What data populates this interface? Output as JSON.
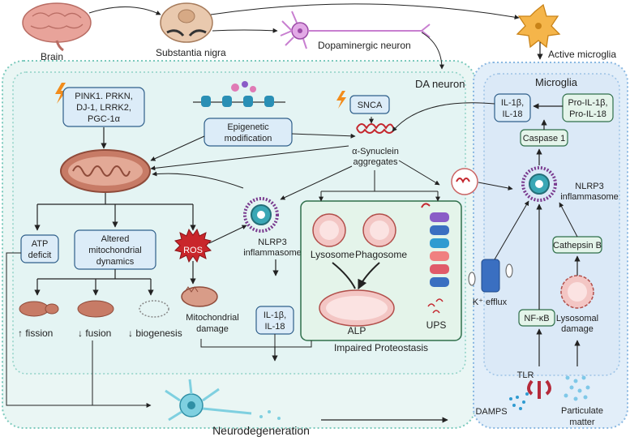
{
  "top": {
    "brain": "Brain",
    "substantia_nigra": "Substantia nigra",
    "dopaminergic_neuron": "Dopaminergic neuron",
    "active_microglia": "Active microglia"
  },
  "da_panel": {
    "title": "DA neuron",
    "genes": [
      "PINK1. PRKN,",
      "DJ-1, LRRK2,",
      "PGC-1α"
    ],
    "snca": "SNCA",
    "epigenetic": [
      "Epigenetic",
      "modification"
    ],
    "asyn": [
      "α-Synuclein",
      "aggregates"
    ],
    "atp": [
      "ATP",
      "deficit"
    ],
    "altered": [
      "Altered",
      "mitochondrial",
      "dynamics"
    ],
    "ros": "ROS",
    "nlrp3": [
      "NLRP3",
      "inflammasome"
    ],
    "mito_damage": [
      "Mitochondrial",
      "damage"
    ],
    "il": [
      "IL-1β,",
      "IL-18"
    ],
    "fission": "↑ fission",
    "fusion": "↓ fusion",
    "biogenesis": "↓ biogenesis",
    "lysosome": "Lysosome",
    "phagosome": "Phagosome",
    "alp": "ALP",
    "ups": "UPS",
    "proteostasis": "Impaired Proteostasis"
  },
  "microglia_panel": {
    "title": "Microglia",
    "il": [
      "IL-1β,",
      "IL-18"
    ],
    "pro_il": [
      "Pro-IL-1β,",
      "Pro-IL-18"
    ],
    "caspase": "Caspase 1",
    "nlrp3": [
      "NLRP3",
      "inflammasome"
    ],
    "cathepsin": "Cathepsin B",
    "k_efflux": "K⁺ efflux",
    "nfkb": "NF-κB",
    "lyso_damage": [
      "Lysosomal",
      "damage"
    ],
    "tlr": "TLR",
    "damps": "DAMPS",
    "particulate": [
      "Particulate",
      "matter"
    ]
  },
  "bottom": {
    "neurodegeneration": "Neurodegeneration"
  },
  "colors": {
    "panel_fill": "#e9f6f5",
    "panel_border": "#6dc3b8",
    "microglia_fill": "#dfecf8",
    "microglia_border": "#7fb0dc",
    "box_fill": "#dcecf8",
    "box_border": "#2f5f8a",
    "green_box_fill": "#e4f4ea",
    "green_box_border": "#2f6f4a",
    "mito": "#c77b66",
    "ros": "#c9262b",
    "neuron": "#7fd0e0"
  }
}
